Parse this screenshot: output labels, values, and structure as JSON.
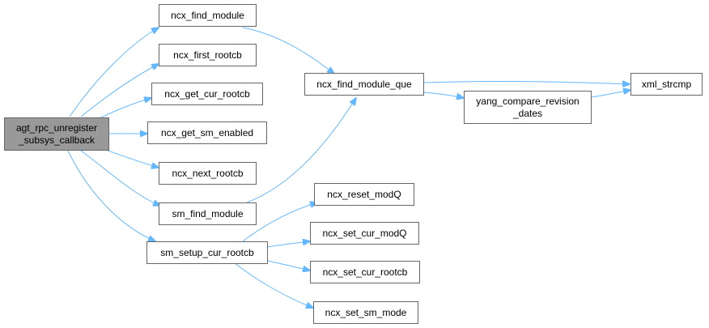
{
  "diagram": {
    "root": {
      "line1": "agt_rpc_unregister",
      "line2": "_subsys_callback"
    },
    "nodes": {
      "ncx_find_module": "ncx_find_module",
      "ncx_first_rootcb": "ncx_first_rootcb",
      "ncx_get_cur_rootcb": "ncx_get_cur_rootcb",
      "ncx_get_sm_enabled": "ncx_get_sm_enabled",
      "ncx_next_rootcb": "ncx_next_rootcb",
      "sm_find_module": "sm_find_module",
      "sm_setup_cur_rootcb": "sm_setup_cur_rootcb",
      "ncx_find_module_que": "ncx_find_module_que",
      "yang_compare": {
        "line1": "yang_compare_revision",
        "line2": "_dates"
      },
      "xml_strcmp": "xml_strcmp",
      "ncx_reset_modQ": "ncx_reset_modQ",
      "ncx_set_cur_modQ": "ncx_set_cur_modQ",
      "ncx_set_cur_rootcb": "ncx_set_cur_rootcb",
      "ncx_set_sm_mode": "ncx_set_sm_mode"
    },
    "edge_color": "#63b8ff",
    "root_fill": "#999999",
    "node_border": "#666666"
  }
}
